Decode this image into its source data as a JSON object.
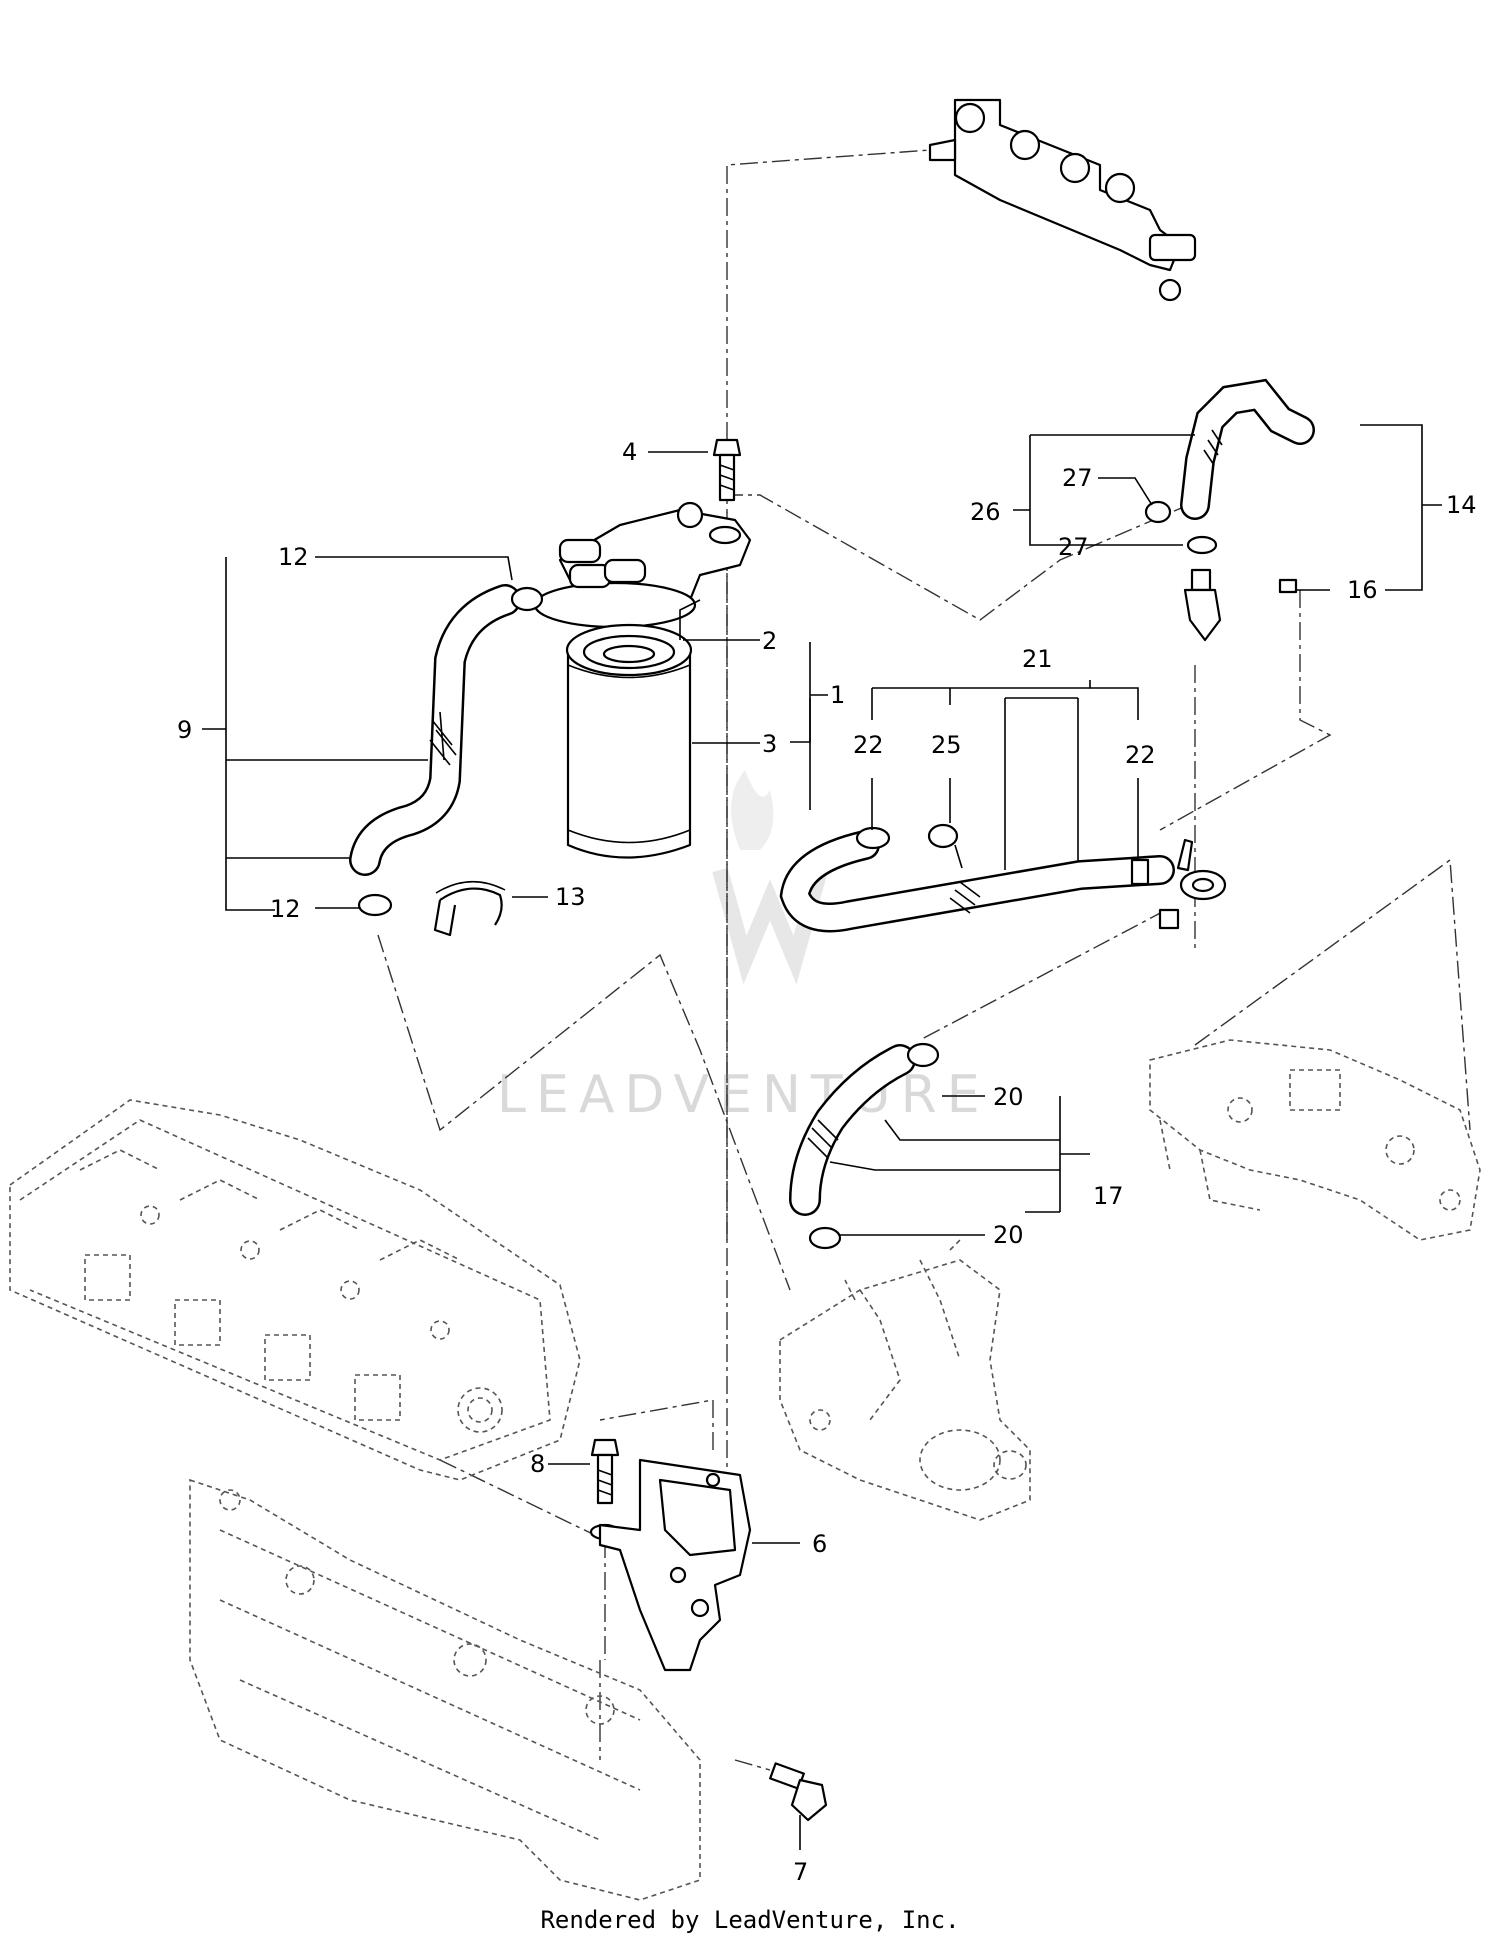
{
  "watermark": "LEADVENTURE",
  "footer": "Rendered by LeadVenture, Inc.",
  "callouts": [
    {
      "id": "c4",
      "text": "4"
    },
    {
      "id": "c12a",
      "text": "12"
    },
    {
      "id": "c9",
      "text": "9"
    },
    {
      "id": "c12b",
      "text": "12"
    },
    {
      "id": "c13",
      "text": "13"
    },
    {
      "id": "c2",
      "text": "2"
    },
    {
      "id": "c1",
      "text": "1"
    },
    {
      "id": "c3",
      "text": "3"
    },
    {
      "id": "c21",
      "text": "21"
    },
    {
      "id": "c22a",
      "text": "22"
    },
    {
      "id": "c25",
      "text": "25"
    },
    {
      "id": "c22b",
      "text": "22"
    },
    {
      "id": "c27a",
      "text": "27"
    },
    {
      "id": "c26",
      "text": "26"
    },
    {
      "id": "c27b",
      "text": "27"
    },
    {
      "id": "c14",
      "text": "14"
    },
    {
      "id": "c16",
      "text": "16"
    },
    {
      "id": "c20a",
      "text": "20"
    },
    {
      "id": "c17",
      "text": "17"
    },
    {
      "id": "c20b",
      "text": "20"
    },
    {
      "id": "c8",
      "text": "8"
    },
    {
      "id": "c6",
      "text": "6"
    },
    {
      "id": "c7",
      "text": "7"
    }
  ]
}
